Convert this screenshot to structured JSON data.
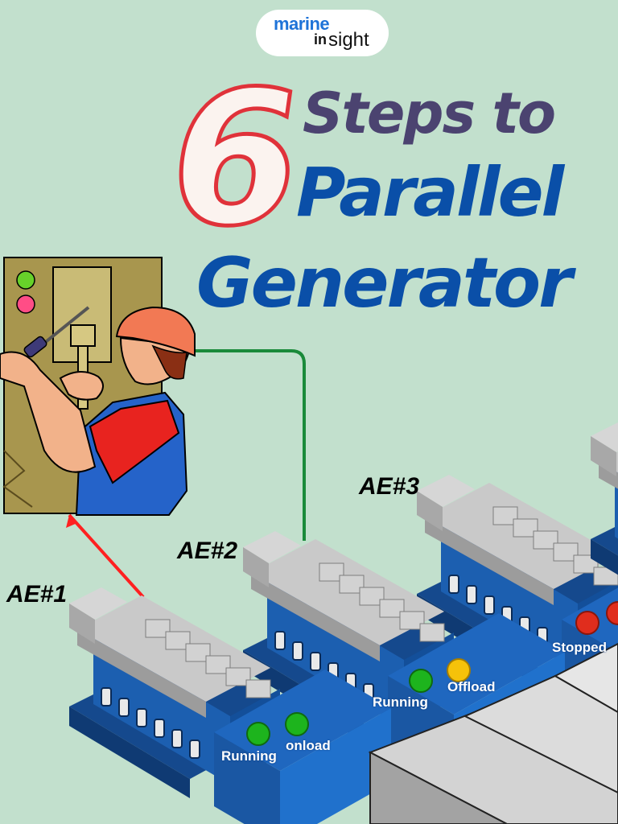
{
  "logo": {
    "marine": "marine",
    "in": "in",
    "sight": "sight"
  },
  "title": {
    "number": "6",
    "line1": "Steps to",
    "line2": "Parallel",
    "line3": "Generator"
  },
  "engines": [
    {
      "label": "AE#1",
      "status": [
        "Running",
        "onload"
      ]
    },
    {
      "label": "AE#2",
      "status": [
        "Running",
        "Offload"
      ]
    },
    {
      "label": "AE#3",
      "status": [
        "Stopped"
      ]
    }
  ],
  "colors": {
    "background": "#c2e0cd",
    "title_purple": "#4b4370",
    "title_blue": "#0a4fa8",
    "six_outline": "#e0323a",
    "engine_blue": "#1c5fb0",
    "running_green": "#1db41d",
    "offload_yellow": "#f5c20a",
    "stopped_red": "#e02d1d",
    "cable_red": "#ff2020",
    "cable_green": "#1a8a3a"
  }
}
